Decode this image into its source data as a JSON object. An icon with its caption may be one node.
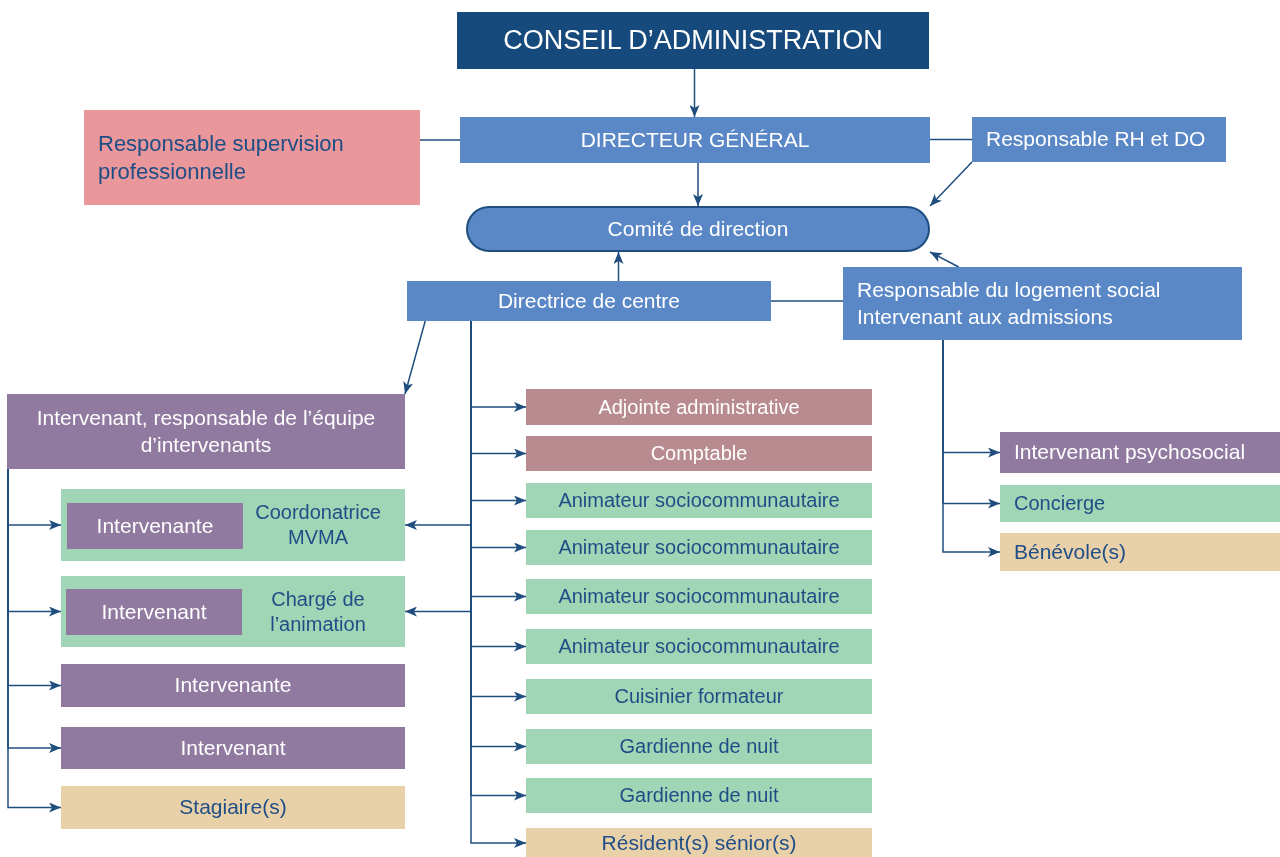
{
  "diagram": {
    "nodes": [
      {
        "text": [
          "CONSEIL D’ADMINISTRATION"
        ]
      },
      {
        "text": [
          "DIRECTEUR GÉNÉRAL"
        ]
      },
      {
        "text": [
          "Responsable supervision professionnelle"
        ]
      },
      {
        "text": [
          "Responsable RH et DO"
        ]
      },
      {
        "text": [
          "Comité de direction"
        ]
      },
      {
        "text": [
          "Directrice de centre"
        ]
      },
      {
        "text": [
          "Responsable du logement social",
          "Intervenant aux admissions"
        ]
      },
      {
        "text": [
          "Intervenant, responsable de l’équipe d’intervenants"
        ]
      },
      {
        "text": [
          "Coordonatrice MVMA"
        ]
      },
      {
        "text": [
          "Intervenante"
        ],
        "in": 8
      },
      {
        "text": [
          "Chargé de l’animation"
        ]
      },
      {
        "text": [
          "Intervenant"
        ],
        "in": 10
      },
      {
        "text": [
          "Intervenante"
        ]
      },
      {
        "text": [
          "Intervenant"
        ]
      },
      {
        "text": [
          "Stagiaire(s)"
        ]
      },
      {
        "text": [
          "Adjointe administrative"
        ]
      },
      {
        "text": [
          "Comptable"
        ]
      },
      {
        "text": [
          "Animateur sociocommunautaire"
        ]
      },
      {
        "text": [
          "Animateur sociocommunautaire"
        ]
      },
      {
        "text": [
          "Animateur sociocommunautaire"
        ]
      },
      {
        "text": [
          "Animateur sociocommunautaire"
        ]
      },
      {
        "text": [
          "Cuisinier formateur"
        ]
      },
      {
        "text": [
          "Gardienne de nuit"
        ]
      },
      {
        "text": [
          "Gardienne de nuit"
        ]
      },
      {
        "text": [
          "Résident(s) sénior(s)"
        ]
      },
      {
        "text": [
          "Intervenant psychosocial"
        ]
      },
      {
        "text": [
          "Concierge"
        ]
      },
      {
        "text": [
          "Bénévole(s)"
        ]
      }
    ],
    "edges": [
      {
        "from": 0,
        "to": 1,
        "arrow": "to"
      },
      {
        "from": 2,
        "to": 1,
        "arrow": "none"
      },
      {
        "from": 1,
        "to": 3,
        "arrow": "none"
      },
      {
        "from": 1,
        "to": 4,
        "arrow": "to"
      },
      {
        "from": 3,
        "to": 4,
        "arrow": "to"
      },
      {
        "from": 5,
        "to": 4,
        "arrow": "to"
      },
      {
        "from": 6,
        "to": 4,
        "arrow": "to"
      },
      {
        "from": 5,
        "to": 6,
        "arrow": "none"
      },
      {
        "from": 5,
        "to": 7,
        "arrow": "to"
      },
      {
        "from": 7,
        "to": 8,
        "arrow": "to"
      },
      {
        "from": 7,
        "to": 10,
        "arrow": "to"
      },
      {
        "from": 7,
        "to": 12,
        "arrow": "to"
      },
      {
        "from": 7,
        "to": 13,
        "arrow": "to"
      },
      {
        "from": 7,
        "to": 14,
        "arrow": "to"
      },
      {
        "from": 5,
        "to": 15,
        "arrow": "to"
      },
      {
        "from": 5,
        "to": 16,
        "arrow": "to"
      },
      {
        "from": 5,
        "to": 17,
        "arrow": "to"
      },
      {
        "from": 5,
        "to": 18,
        "arrow": "to"
      },
      {
        "from": 5,
        "to": 19,
        "arrow": "to"
      },
      {
        "from": 5,
        "to": 20,
        "arrow": "to"
      },
      {
        "from": 5,
        "to": 21,
        "arrow": "to"
      },
      {
        "from": 5,
        "to": 22,
        "arrow": "to"
      },
      {
        "from": 5,
        "to": 23,
        "arrow": "to"
      },
      {
        "from": 5,
        "to": 24,
        "arrow": "to"
      },
      {
        "from": 5,
        "to": 8,
        "arrow": "to"
      },
      {
        "from": 5,
        "to": 10,
        "arrow": "to"
      },
      {
        "from": 6,
        "to": 25,
        "arrow": "to"
      },
      {
        "from": 6,
        "to": 26,
        "arrow": "to"
      },
      {
        "from": 6,
        "to": 27,
        "arrow": "to"
      }
    ]
  }
}
